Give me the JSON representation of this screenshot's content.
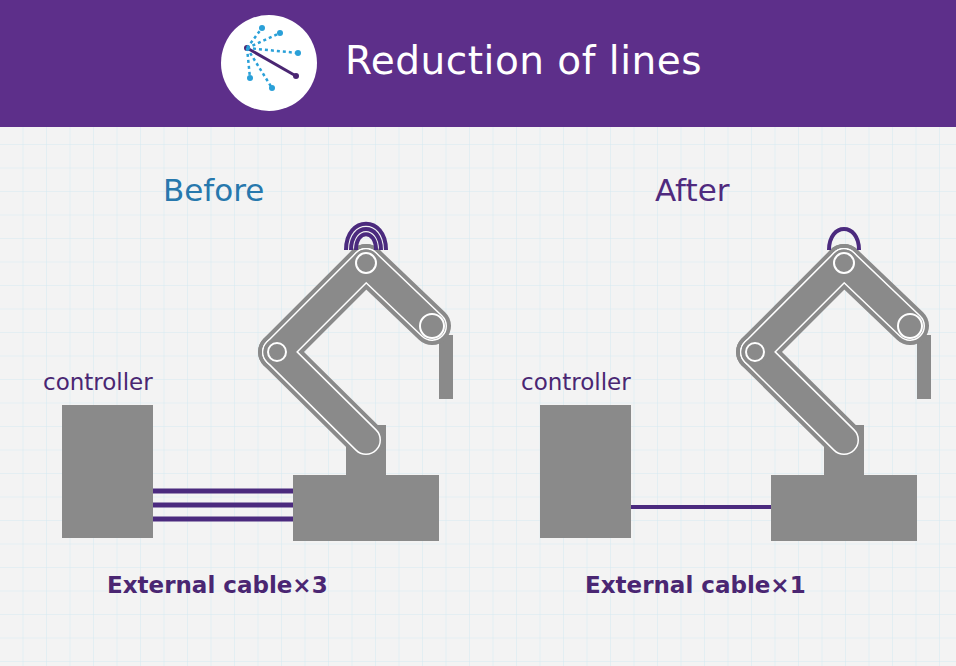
{
  "diagram": {
    "title": "Reduction of lines",
    "nodes": [
      {
        "text": [
          "controller"
        ]
      },
      {
        "text": [
          "controller"
        ]
      }
    ],
    "labels": [
      "Before",
      "After",
      "External cable×3",
      "External cable×1"
    ]
  }
}
